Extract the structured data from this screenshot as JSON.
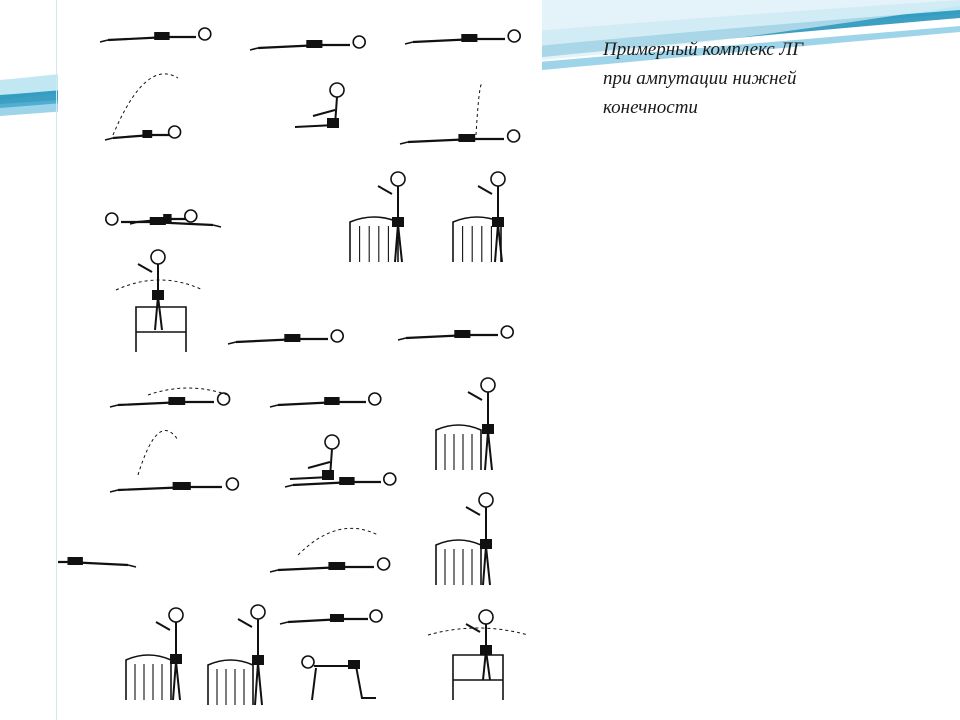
{
  "slide": {
    "title_lines": [
      "Примерный комплекс ЛГ",
      "при ампутации нижней",
      "конечности"
    ]
  },
  "figure": {
    "grid_rows": [
      3,
      3,
      4,
      3,
      3,
      3,
      3,
      5
    ]
  },
  "colors": {
    "swoosh_dark": "#1b8fb8",
    "swoosh_light": "#8ed3ea",
    "ink": "#111111"
  }
}
